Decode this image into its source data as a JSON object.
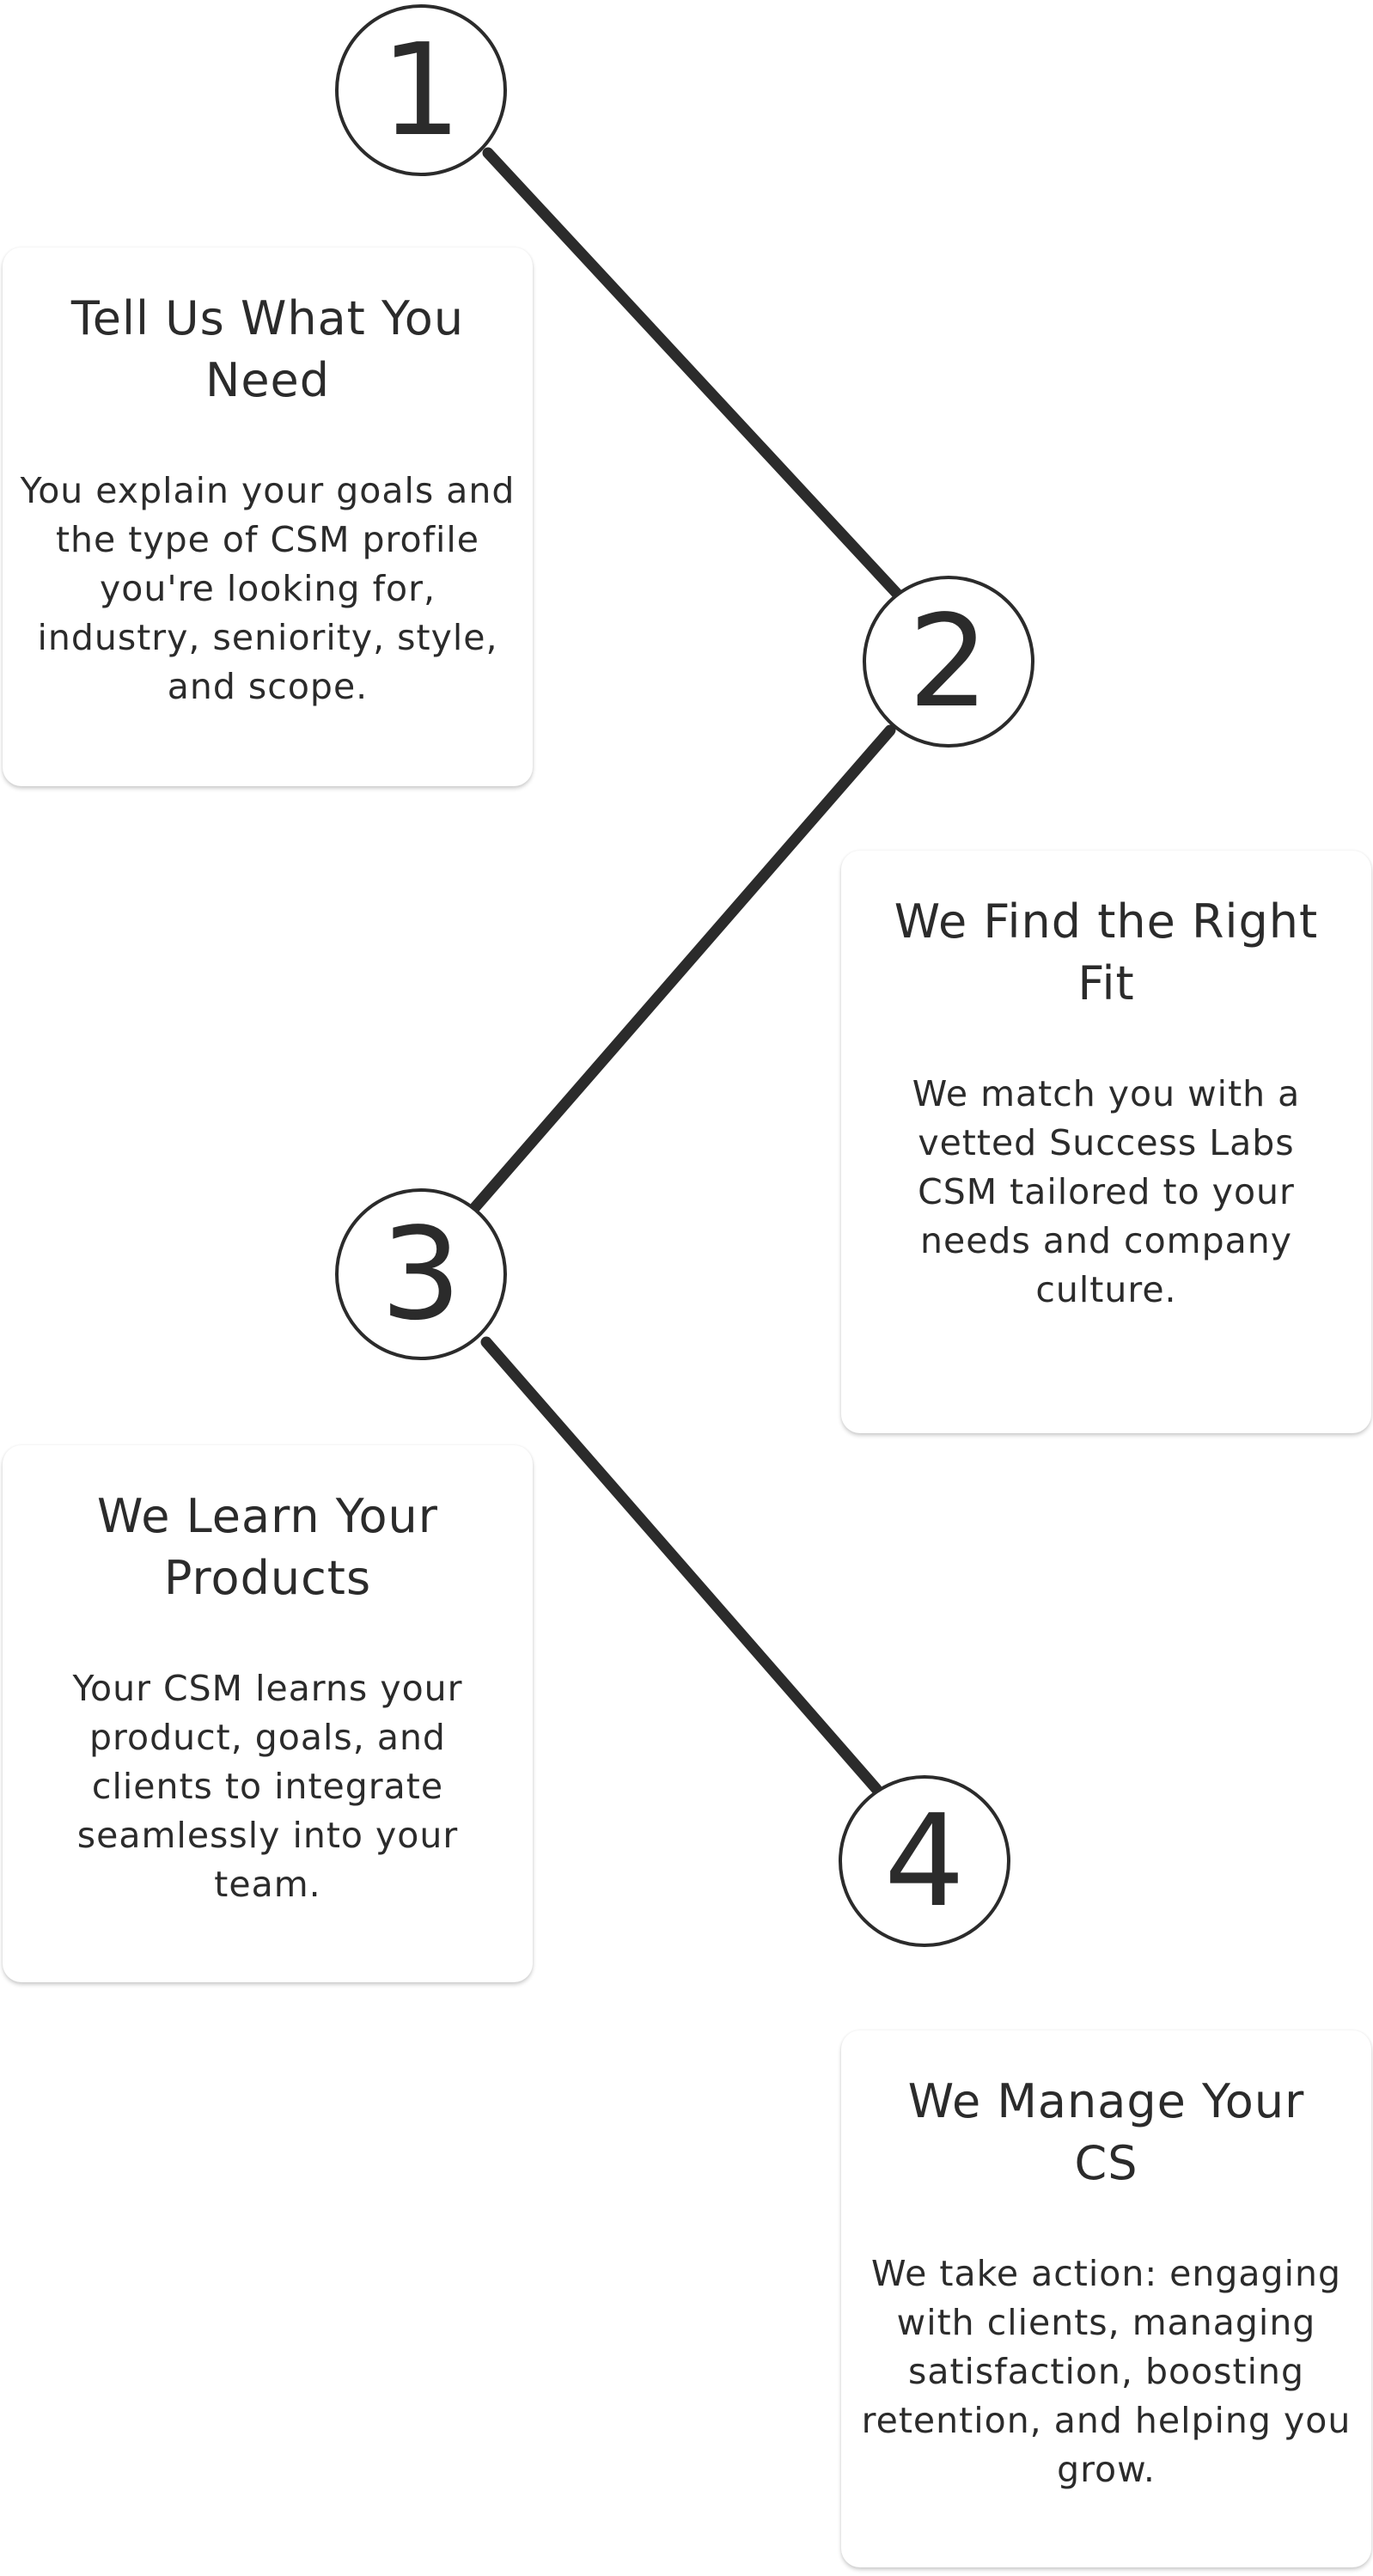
{
  "steps": [
    {
      "number": "1",
      "title": "Tell Us What You Need",
      "description": "You explain your goals and the type of CSM profile you're looking for, industry, seniority, style, and scope."
    },
    {
      "number": "2",
      "title": "We Find the Right Fit",
      "description": "We match you with a vetted Success Labs CSM tailored to your needs and company culture."
    },
    {
      "number": "3",
      "title": "We Learn Your Products",
      "description": "Your CSM learns your product, goals, and clients to integrate seamlessly into your team."
    },
    {
      "number": "4",
      "title": "We Manage Your CS",
      "description": "We take action: engaging with clients, managing satisfaction, boosting retention, and helping you grow."
    }
  ],
  "colors": {
    "line": "#2b2b2b",
    "text": "#2b2b2b",
    "card_background": "#ffffff",
    "page_background": "#ffffff"
  }
}
